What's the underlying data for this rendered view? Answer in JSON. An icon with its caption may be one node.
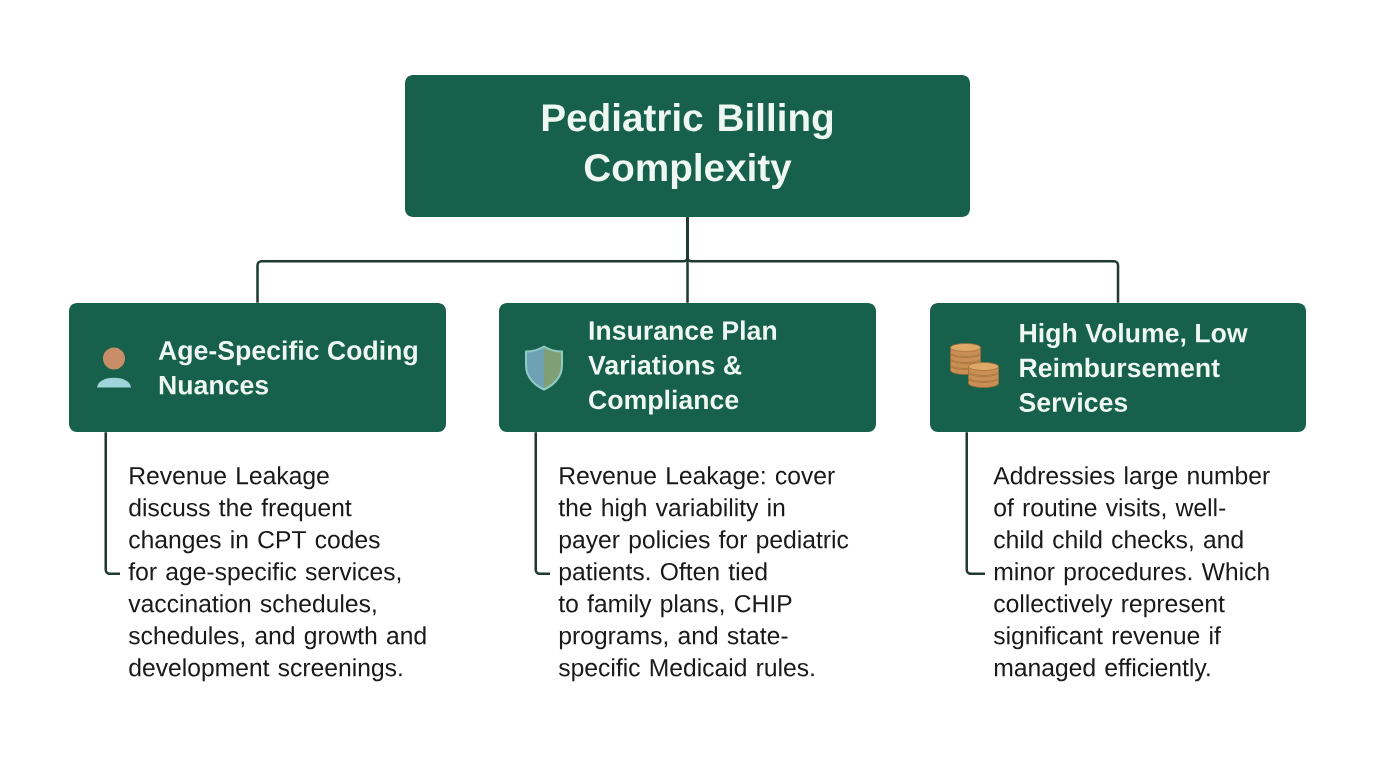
{
  "diagram": {
    "nodes": [
      {
        "text": [
          "Pediatric Billing Complexity"
        ]
      },
      {
        "text": [
          "Age-Specific Coding Nuances"
        ]
      },
      {
        "text": [
          "Insurance Plan Variations & Compliance"
        ]
      },
      {
        "text": [
          "High Volume, Low Reimbursement Services"
        ]
      },
      {
        "text": [
          "Revenue Leakage discuss the frequent changes in CPT codes for age-specific services, vaccination schedules, schedules, and growth and development screenings."
        ]
      },
      {
        "text": [
          "Revenue Leakage: cover the high variability in payer policies for pediatric patients. Often tied to family plans, CHIP programs, and state-specific Medicaid rules."
        ]
      },
      {
        "text": [
          "Addressies large number of routine visits, well-child child checks, and minor procedures. Which collectively represent significant revenue if managed efficiently."
        ]
      }
    ],
    "edges": [
      {
        "from": 0,
        "to": 1,
        "arrow": "none"
      },
      {
        "from": 0,
        "to": 2,
        "arrow": "none"
      },
      {
        "from": 0,
        "to": 3,
        "arrow": "none"
      },
      {
        "from": 1,
        "to": 4,
        "arrow": "none"
      },
      {
        "from": 2,
        "to": 5,
        "arrow": "none"
      },
      {
        "from": 3,
        "to": 6,
        "arrow": "none"
      }
    ]
  }
}
